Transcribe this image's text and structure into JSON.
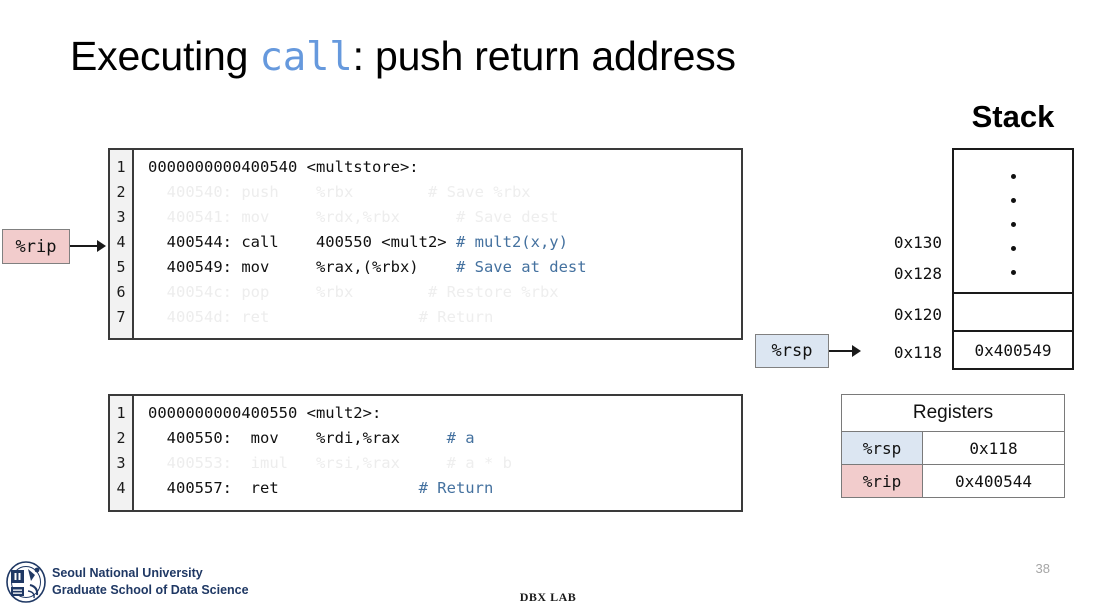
{
  "slide": {
    "title_before": "Executing ",
    "title_mono": "call",
    "title_after": ":  push  return address",
    "page_number": "38"
  },
  "code_block_1": {
    "lines": [
      {
        "num": "1",
        "text": "0000000000400540 <multstore>:",
        "comment": "",
        "faded": false
      },
      {
        "num": "2",
        "text": "  400540: push    %rbx",
        "comment": "        # Save %rbx",
        "faded": true
      },
      {
        "num": "3",
        "text": "  400541: mov     %rdx,%rbx",
        "comment": "      # Save dest",
        "faded": true
      },
      {
        "num": "4",
        "text": "  400544: call    400550 <mult2>",
        "comment": " # mult2(x,y)",
        "faded": false
      },
      {
        "num": "5",
        "text": "  400549: mov     %rax,(%rbx)",
        "comment": "    # Save at dest",
        "faded": false
      },
      {
        "num": "6",
        "text": "  40054c: pop     %rbx",
        "comment": "        # Restore %rbx",
        "faded": true
      },
      {
        "num": "7",
        "text": "  40054d: ret",
        "comment": "                # Return",
        "faded": true
      }
    ]
  },
  "code_block_2": {
    "lines": [
      {
        "num": "1",
        "text": "0000000000400550 <mult2>:",
        "comment": "",
        "faded": false
      },
      {
        "num": "2",
        "text": "  400550:  mov    %rdi,%rax",
        "comment": "     # a",
        "faded": false
      },
      {
        "num": "3",
        "text": "  400553:  imul   %rsi,%rax",
        "comment": "     # a * b",
        "faded": true
      },
      {
        "num": "4",
        "text": "  400557:  ret",
        "comment": "               # Return",
        "faded": false
      }
    ]
  },
  "callouts": {
    "rip_label": "%rip",
    "rsp_label": "%rsp"
  },
  "stack": {
    "title": "Stack",
    "addresses": [
      "0x130",
      "0x128",
      "0x120",
      "0x118"
    ],
    "top_value": "0x400549"
  },
  "registers": {
    "header": "Registers",
    "rows": [
      {
        "name": "%rsp",
        "value": "0x118"
      },
      {
        "name": "%rip",
        "value": "0x400544"
      }
    ]
  },
  "footer": {
    "university_line1": "Seoul National University",
    "university_line2": "Graduate School of Data Science",
    "center_text": "DBX LAB"
  },
  "colors": {
    "accent_blue": "#6699dd",
    "comment_blue": "#44719f",
    "rip_pink": "#f2cccc",
    "rsp_blue": "#dce6f2",
    "navy": "#1f3864"
  }
}
